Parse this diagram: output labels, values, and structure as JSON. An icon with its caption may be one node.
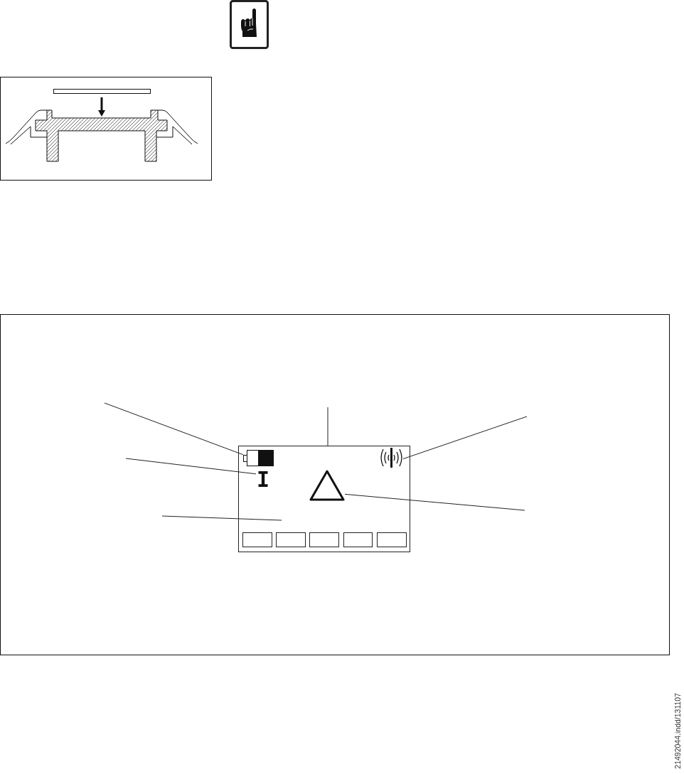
{
  "diagram": {
    "nodes": [
      {
        "text": [],
        "shape": "box"
      },
      {
        "text": [],
        "shape": "picture",
        "in": 0
      },
      {
        "text": [
          "I"
        ],
        "in": 0
      },
      {
        "text": [],
        "shape": "triangle",
        "in": 0
      },
      {
        "text": [],
        "shape": "picture",
        "in": 0
      }
    ],
    "edges": [
      {
        "from": null,
        "to": 1,
        "arrow": "none"
      },
      {
        "from": null,
        "to": 0,
        "arrow": "none"
      },
      {
        "from": null,
        "to": 4,
        "arrow": "none"
      },
      {
        "from": null,
        "to": 2,
        "arrow": "none"
      },
      {
        "from": null,
        "to": 3,
        "arrow": "none"
      },
      {
        "from": null,
        "to": 0,
        "arrow": "none"
      }
    ],
    "labels": [
      "21492044.indd/131107"
    ]
  }
}
